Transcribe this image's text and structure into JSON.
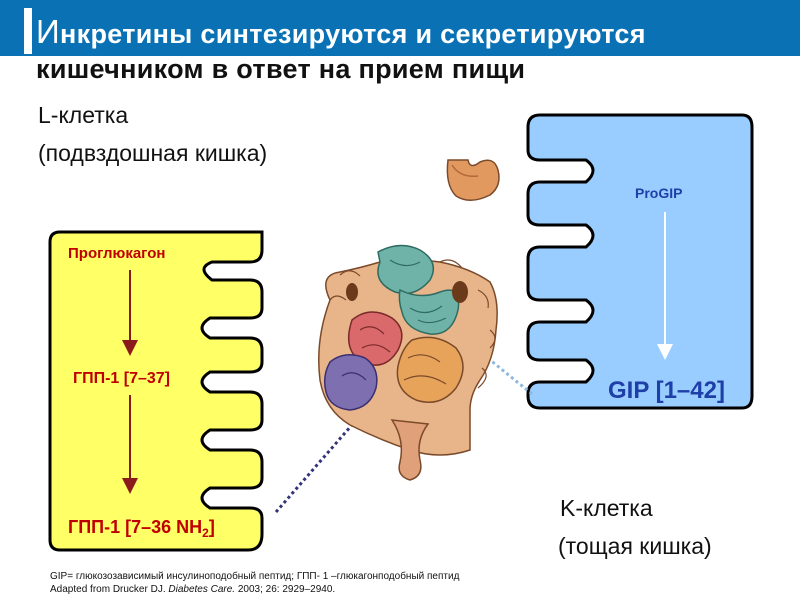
{
  "title": {
    "line1_first_letter": "И",
    "line1_rest": "нкретины синтезируются и секретируются",
    "line2": "кишечником в ответ на прием пищи"
  },
  "l_cell": {
    "name": "L-клетка",
    "location": "(подвздошная кишка)",
    "precursor": "Проглюкагон",
    "intermediate": "ГПП-1 [7–37]",
    "final_prefix": "ГПП-1",
    "final_range": " [7–36 NH",
    "final_sub": "2",
    "final_suffix": "]",
    "fill_color": "#ffff66",
    "text_color": "#c00000",
    "arrow_color": "#8b1a1a"
  },
  "k_cell": {
    "name": "K-клетка",
    "location": "(тощая кишка)",
    "precursor": "ProGIP",
    "product": "GIP [1–42]",
    "fill_color": "#99ccff",
    "text_color": "#1f3fa8"
  },
  "footer": {
    "line1": "GIP=  глюкозозависимый инсулиноподобный  пептид; ГПП- 1 –глюкагонподобный  пептид",
    "line2_prefix": "Adapted from Drucker DJ.  ",
    "line2_journal": "Diabetes Care.",
    "line2_suffix": " 2003; 26: 2929–2940."
  },
  "colors": {
    "header_bar": "#0a72b4",
    "connector_l": "#33337a",
    "connector_k": "#8fb8e0"
  },
  "illustration": "intestines-illustration"
}
